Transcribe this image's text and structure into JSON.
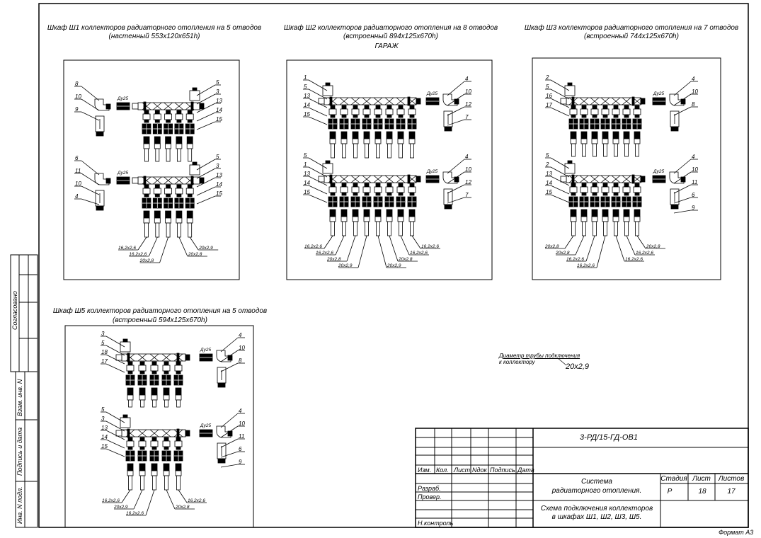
{
  "cabinets": [
    {
      "title": "Шкаф Ш1   коллекторов радиаторного отопления на 5 отводов",
      "subtitle": "(настенный 553х120х651h)",
      "valve_label": "Ду25",
      "pipe_labels": [
        "16,2х2,6",
        "16,2х2,6",
        "20х2,8",
        "20х2,8",
        "20х2,9"
      ],
      "manifold_callouts_top": [
        "5",
        "3",
        "13",
        "14",
        "15"
      ],
      "manifold_callouts_bottom": [
        "5",
        "3",
        "13",
        "14",
        "15"
      ],
      "side_callouts_top": [
        "8",
        "10",
        "9"
      ],
      "side_callouts_bottom": [
        "6",
        "11",
        "10",
        "4"
      ]
    },
    {
      "title": "Шкаф Ш2   коллекторов радиаторного отопления на 8 отводов",
      "subtitle": "(встроенный 894х125х670h)",
      "note": "ГАРАЖ",
      "valve_label": "Ду25",
      "pipe_labels": [
        "16,2х2,6",
        "16,2х2,6",
        "20х2,8",
        "20х2,9",
        "20х2,9",
        "20х2,8",
        "16,2х2,6",
        "16,2х2,6"
      ],
      "manifold_callouts_top": [
        "1",
        "5",
        "13",
        "14",
        "15"
      ],
      "manifold_callouts_bottom": [
        "5",
        "1",
        "13",
        "14",
        "15"
      ],
      "side_callouts_top": [
        "4",
        "10",
        "12",
        "7"
      ],
      "side_callouts_bottom": [
        "4",
        "10",
        "12",
        "7"
      ]
    },
    {
      "title": "Шкаф Ш3   коллекторов радиаторного отопления на 7 отводов",
      "subtitle": "(встроенный 744х125х670h)",
      "valve_label": "Ду25",
      "pipe_labels": [
        "20х2,8",
        "20х2,8",
        "16,2х2,6",
        "16,2х2,6",
        "16,2х2,6",
        "16,2х2,6",
        "20х2,8"
      ],
      "manifold_callouts_top": [
        "2",
        "5",
        "16",
        "17"
      ],
      "manifold_callouts_bottom": [
        "5",
        "2",
        "13",
        "14",
        "15"
      ],
      "side_callouts_top": [
        "4",
        "10",
        "8"
      ],
      "side_callouts_bottom": [
        "4",
        "10",
        "11",
        "6",
        "9"
      ]
    },
    {
      "title": "Шкаф Ш5   коллекторов радиаторного отопления на 5 отводов",
      "subtitle": "(встроенный 594х125х670h)",
      "valve_label": "Ду25",
      "pipe_labels": [
        "16,2х2,6",
        "20х2,9",
        "16,2х2,6",
        "20х2,8",
        "16,2х2,6"
      ],
      "manifold_callouts_top": [
        "3",
        "5",
        "18",
        "17"
      ],
      "manifold_callouts_bottom": [
        "5",
        "3",
        "13",
        "14",
        "15"
      ],
      "side_callouts_top": [
        "4",
        "10",
        "8"
      ],
      "side_callouts_bottom": [
        "4",
        "10",
        "11",
        "6",
        "9"
      ]
    }
  ],
  "note": {
    "line1": "Диаметр трубы подключения",
    "line2": "к коллектору",
    "value": "20х2,9"
  },
  "stamp": {
    "agreed": "Согласовано",
    "replaced_inv": "Взам. инв. N",
    "sign_date": "Подпись и дата",
    "inv_orig": "Инв. N подл."
  },
  "title_block": {
    "doc_code": "3-РД/15-ГД-ОВ1",
    "headers": [
      "Изм.",
      "Кол.",
      "Лист",
      "Nдок",
      "Подпись",
      "Дата"
    ],
    "roles": [
      "Разраб.",
      "Провер.",
      "Н.контроль"
    ],
    "system_line1": "Система",
    "system_line2": "радиаторного отопления.",
    "stage_label": "Стадия",
    "sheet_label": "Лист",
    "sheets_label": "Листов",
    "stage": "Р",
    "sheet": "18",
    "sheets": "17",
    "sheet_title_line1": "Схема подключения коллекторов",
    "sheet_title_line2": "в шкафах Ш1, Ш2, Ш3, Ш5."
  },
  "format": "Формат А3"
}
